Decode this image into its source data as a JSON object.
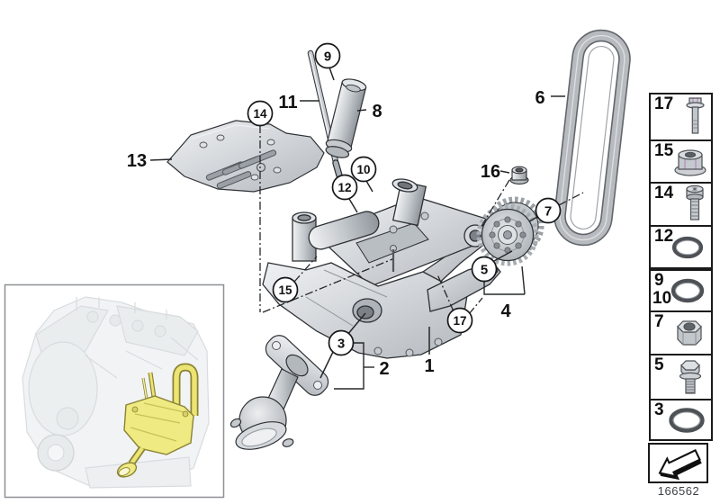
{
  "diagram": {
    "labels": {
      "1": "1",
      "2": "2",
      "3": "3",
      "4": "4",
      "5": "5",
      "6": "6",
      "7": "7",
      "8": "8",
      "9": "9",
      "10": "10",
      "11": "11",
      "12": "12",
      "13": "13",
      "14": "14",
      "15": "15",
      "16": "16",
      "17": "17"
    },
    "highlight_color": "#f0e98c",
    "line_color": "#2e3134",
    "metal_color": "#c6cbd0"
  },
  "sidebar": {
    "boxes": [
      {
        "labels": [
          "17"
        ],
        "part": "collar-bolt"
      },
      {
        "labels": [
          "15"
        ],
        "part": "collar-nut"
      },
      {
        "labels": [
          "14"
        ],
        "part": "torx-bolt"
      },
      {
        "labels": [
          "12"
        ],
        "part": "o-ring"
      },
      {
        "labels": [
          "9",
          "10"
        ],
        "part": "o-ring"
      },
      {
        "labels": [
          "7"
        ],
        "part": "hex-nut"
      },
      {
        "labels": [
          "5"
        ],
        "part": "hex-bolt"
      },
      {
        "labels": [
          "3"
        ],
        "part": "o-ring"
      }
    ],
    "direction_icon": "direction-arrow"
  },
  "footer": {
    "drawing_number": "166562"
  }
}
